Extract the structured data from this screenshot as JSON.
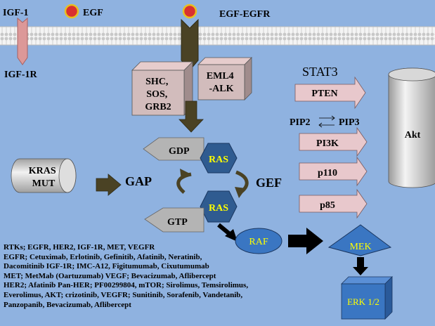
{
  "membrane_labels": {
    "igf1": "IGF-1",
    "egf": "EGF",
    "egf_egfr": "EGF-EGFR",
    "igf1r": "IGF-1R"
  },
  "adaptors": {
    "shc_box": [
      "SHC,",
      "SOS,",
      "GRB2"
    ],
    "eml4_box": [
      "EML4",
      "-ALK"
    ]
  },
  "ras_cycle": {
    "gdp": "GDP",
    "gtp": "GTP",
    "ras_top": "RAS",
    "ras_bottom": "RAS",
    "gap": "GAP",
    "gef": "GEF"
  },
  "kras": [
    "KRAS",
    "MUT"
  ],
  "pi3k_pathway": {
    "stat3": "STAT3",
    "pten": "PTEN",
    "pip2": "PIP2",
    "pip3": "PIP3",
    "pi3k": "PI3K",
    "p110": "p110",
    "p85": "p85",
    "akt": "Akt"
  },
  "mapk": {
    "raf": "RAF",
    "mek": "MEK",
    "erk": "ERK 1/2"
  },
  "drug_notes": [
    "RTKs; EGFR, HER2, IGF-1R, MET, VEGFR",
    "EGFR; Cetuximab, Erlotinib, Gefinitib, Afatinib, Neratinib,",
    "Dacomitinib IGF-1R; IMC-A12, Figitumumab, Cixutumumab",
    "MET; MetMab (Oartuzumab) VEGF; Bevacizumab, Aflibercept",
    "HER2; Afatinib Pan-HER; PF00299804, mTOR;  Sirolimus, Temsirolimus,",
    "Everolimus, AKT; crizotinib, VEGFR; Sunitinib, Sorafenib, Vandetanib,",
    "Panzopanib, Bevacizumab, Aflibercept"
  ],
  "colors": {
    "background": "#8fb2e0",
    "ras_hexagon": "#2f5b90",
    "ras_text": "#ffff00",
    "gray_shape": "#b4b4b4",
    "pink_arrow": "#e8c8cc",
    "olive_arrow": "#4a4224",
    "raf_mek_erk": "#3a76c2",
    "igf1r_receptor": "#dc9898",
    "egf_ligand": "#d93030",
    "egf_ring": "#e8c020"
  }
}
